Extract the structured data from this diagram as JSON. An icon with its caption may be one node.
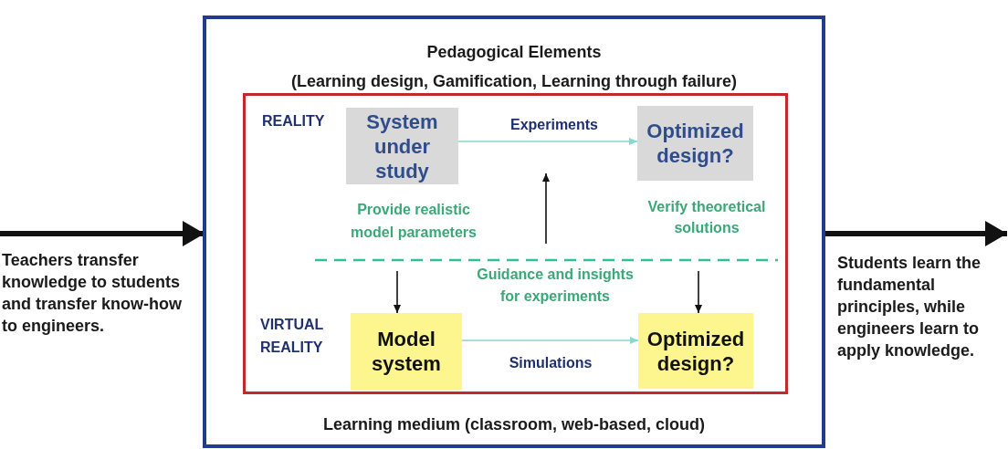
{
  "diagram": {
    "nodes": [
      {
        "text": [
          "Pedagogical Elements",
          "(Learning design, Gamification, Learning through failure)",
          "Learning medium (classroom, web-based, cloud)"
        ]
      },
      {
        "text": [],
        "shape": "box",
        "in": 0
      },
      {
        "text": [
          "System under study"
        ],
        "in": 1
      },
      {
        "text": [
          "Optimized design?"
        ],
        "in": 1
      },
      {
        "text": [
          "Model system"
        ],
        "in": 1
      },
      {
        "text": [
          "Optimized design?"
        ],
        "in": 1
      }
    ],
    "edges": [
      {
        "from": null,
        "to": 0,
        "arrow": "to",
        "label": "Teachers transfer knowledge to students and transfer know-how to engineers.",
        "style": "thick"
      },
      {
        "from": 0,
        "to": null,
        "arrow": "to",
        "label": "Students learn the fundamental principles, while engineers learn to apply knowledge.",
        "style": "thick"
      },
      {
        "from": 2,
        "to": 3,
        "arrow": "to",
        "label": "Experiments",
        "color": "#86d9cf"
      },
      {
        "from": 4,
        "to": 5,
        "arrow": "to",
        "label": "Simulations",
        "color": "#86d9cf"
      },
      {
        "from": null,
        "to": 4,
        "arrow": "to"
      },
      {
        "from": null,
        "to": 5,
        "arrow": "to"
      }
    ],
    "labels": [
      "REALITY",
      "Provide realistic model parameters",
      "Verify theoretical solutions",
      "Guidance and insights for experiments",
      "VIRTUAL REALITY"
    ]
  }
}
